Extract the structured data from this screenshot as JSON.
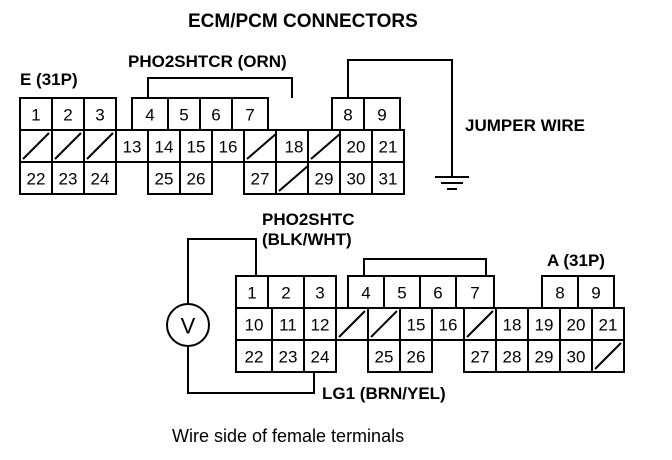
{
  "title": "ECM/PCM CONNECTORS",
  "labels": {
    "pho2shtcr": "PHO2SHTCR (ORN)",
    "connector_e": "E (31P)",
    "jumper_wire": "JUMPER WIRE",
    "pho2shtc_line1": "PHO2SHTC",
    "pho2shtc_line2": "(BLK/WHT)",
    "connector_a": "A (31P)",
    "lg1": "LG1 (BRN/YEL)",
    "meter_symbol": "V",
    "caption": "Wire side of female terminals"
  },
  "connector_e": {
    "row1": [
      "1",
      "2",
      "3",
      "4",
      "5",
      "6",
      "7",
      "8",
      "9"
    ],
    "row2": [
      "",
      "",
      "",
      "13",
      "14",
      "15",
      "16",
      "",
      "18",
      "",
      "20",
      "21"
    ],
    "row3": [
      "22",
      "23",
      "24",
      "25",
      "26",
      "27",
      "",
      "29",
      "30",
      "31"
    ]
  },
  "connector_a": {
    "row1": [
      "1",
      "2",
      "3",
      "4",
      "5",
      "6",
      "7",
      "8",
      "9"
    ],
    "row2": [
      "10",
      "11",
      "12",
      "",
      "",
      "15",
      "16",
      "",
      "18",
      "19",
      "20",
      "21"
    ],
    "row3": [
      "22",
      "23",
      "24",
      "25",
      "26",
      "27",
      "28",
      "29",
      "30",
      ""
    ]
  }
}
